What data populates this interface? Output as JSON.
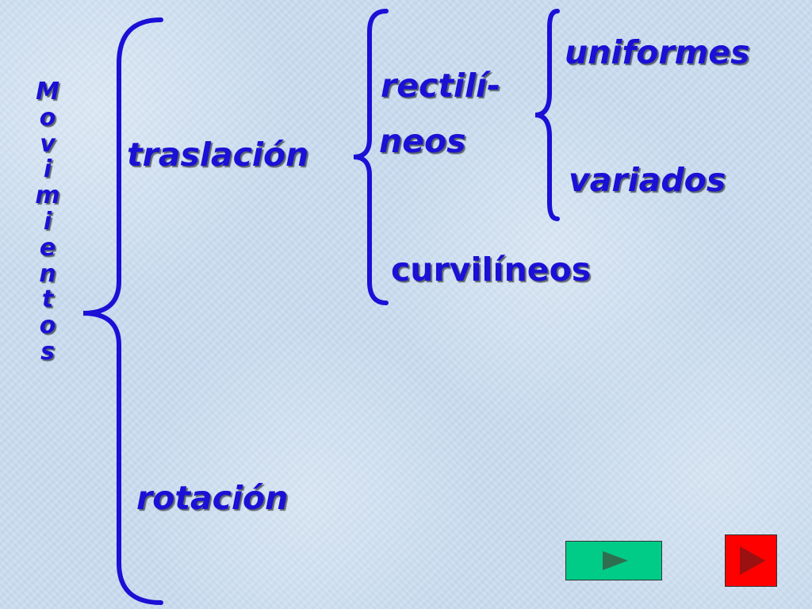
{
  "title_letters": [
    "M",
    "o",
    "v",
    "i",
    "m",
    "i",
    "e",
    "n",
    "t",
    "o",
    "s"
  ],
  "nodes": {
    "traslacion": "traslación",
    "rotacion": "rotación",
    "rectilineos_line1": "rectilí-",
    "rectilineos_line2": "neos",
    "curvilineos": "curvilíneos",
    "uniformes": "uniformes",
    "variados": "variados"
  },
  "colors": {
    "text": "#1a10d6",
    "brace": "#1a10d6",
    "background": "#c9dcf0",
    "next_button": "#00cc88",
    "end_button": "#ff0000"
  },
  "nav": {
    "next_icon": "play-triangle-icon",
    "end_icon": "play-triangle-icon"
  }
}
